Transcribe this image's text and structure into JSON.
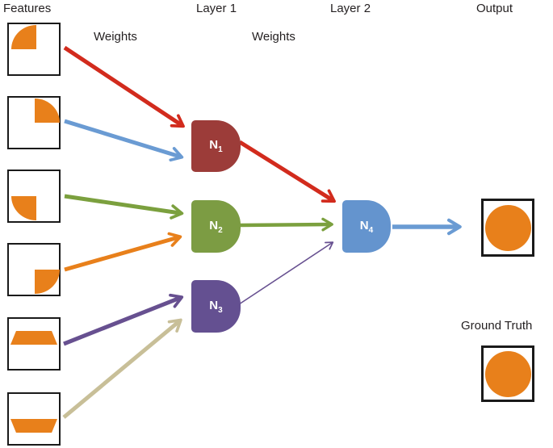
{
  "labels": {
    "features": "Features",
    "layer1": "Layer 1",
    "layer2": "Layer 2",
    "output": "Output",
    "weights_left": "Weights",
    "weights_right": "Weights",
    "ground_truth": "Ground Truth"
  },
  "palette": {
    "orange": "#e8801b",
    "red": "#d22b1d",
    "blue": "#6a9bd3",
    "green": "#7ba03e",
    "purple": "#675090",
    "tan": "#c8bf98",
    "n1": "#9c3c39",
    "n2": "#7c9c43",
    "n3": "#645091",
    "n4": "#6494ce",
    "box_border": "#1a1a1a",
    "text": "#231f20"
  },
  "neurons": [
    {
      "base": "N",
      "sub": "1"
    },
    {
      "base": "N",
      "sub": "2"
    },
    {
      "base": "N",
      "sub": "3"
    },
    {
      "base": "N",
      "sub": "4"
    }
  ],
  "features": [
    {
      "shape": "quarter-disc-top-left"
    },
    {
      "shape": "quarter-disc-top-right"
    },
    {
      "shape": "quarter-disc-bottom-left"
    },
    {
      "shape": "quarter-disc-bottom-right"
    },
    {
      "shape": "band-top"
    },
    {
      "shape": "band-bottom"
    }
  ],
  "connections": [
    {
      "from": "feature-1",
      "to": "N1",
      "color": "red"
    },
    {
      "from": "feature-2",
      "to": "N1",
      "color": "blue"
    },
    {
      "from": "feature-3",
      "to": "N2",
      "color": "green"
    },
    {
      "from": "feature-4",
      "to": "N2",
      "color": "orange"
    },
    {
      "from": "feature-5",
      "to": "N3",
      "color": "purple"
    },
    {
      "from": "feature-6",
      "to": "N3",
      "color": "tan"
    },
    {
      "from": "N1",
      "to": "N4",
      "color": "red"
    },
    {
      "from": "N2",
      "to": "N4",
      "color": "green"
    },
    {
      "from": "N3",
      "to": "N4",
      "color": "purple-thin"
    },
    {
      "from": "N4",
      "to": "output",
      "color": "blue"
    }
  ],
  "output": {
    "shape": "filled-circle"
  },
  "ground_truth": {
    "shape": "filled-circle"
  }
}
